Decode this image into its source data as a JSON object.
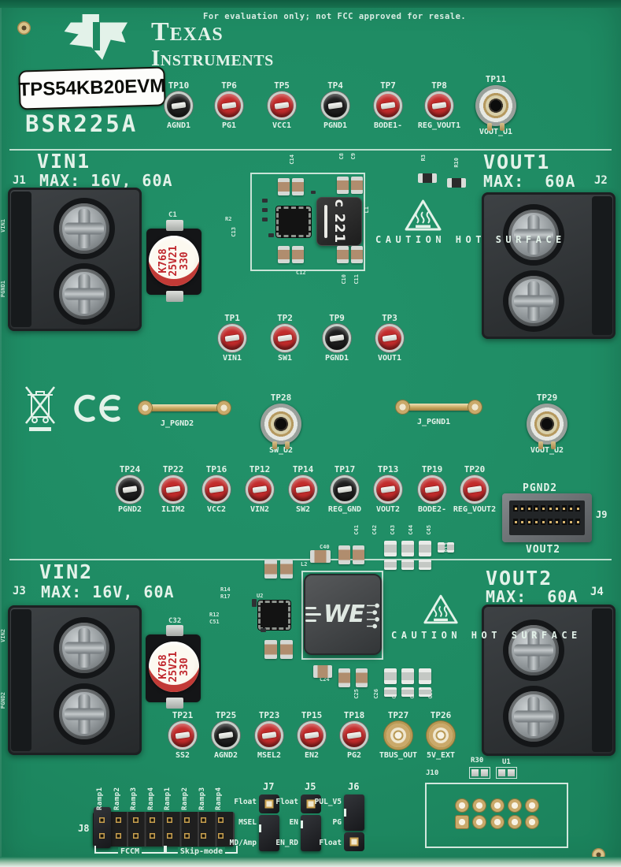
{
  "notice": "For evaluation only; not FCC approved for resale.",
  "brand": {
    "line1": "Texas",
    "line2": "Instruments"
  },
  "board": {
    "model": "TPS54KB20EVM",
    "rev": "BSR225A"
  },
  "sections": {
    "vin1": {
      "title": "VIN1",
      "ref": "J1",
      "spec": "MAX: 16V, 60A"
    },
    "vout1": {
      "title": "VOUT1",
      "ref": "J2",
      "spec": "MAX:  60A"
    },
    "vin2": {
      "title": "VIN2",
      "ref": "J3",
      "spec": "MAX: 16V, 60A"
    },
    "vout2": {
      "title": "VOUT2",
      "ref": "J4",
      "spec": "MAX:  60A"
    }
  },
  "warnings": {
    "hot1": "CAUTION HOT SURFACE",
    "hot2": "CAUTION HOT SURFACE"
  },
  "test_points": {
    "row1": [
      {
        "tp": "TP10",
        "label": "AGND1",
        "color": "black"
      },
      {
        "tp": "TP6",
        "label": "PG1",
        "color": "red"
      },
      {
        "tp": "TP5",
        "label": "VCC1",
        "color": "red"
      },
      {
        "tp": "TP4",
        "label": "PGND1",
        "color": "black"
      },
      {
        "tp": "TP7",
        "label": "BODE1-",
        "color": "red"
      },
      {
        "tp": "TP8",
        "label": "REG_VOUT1",
        "color": "red"
      }
    ],
    "row2": [
      {
        "tp": "TP1",
        "label": "VIN1",
        "color": "red"
      },
      {
        "tp": "TP2",
        "label": "SW1",
        "color": "red"
      },
      {
        "tp": "TP9",
        "label": "PGND1",
        "color": "black"
      },
      {
        "tp": "TP3",
        "label": "VOUT1",
        "color": "red"
      }
    ],
    "row3": [
      {
        "tp": "TP24",
        "label": "PGND2",
        "color": "black"
      },
      {
        "tp": "TP22",
        "label": "ILIM2",
        "color": "red"
      },
      {
        "tp": "TP16",
        "label": "VCC2",
        "color": "red"
      },
      {
        "tp": "TP12",
        "label": "VIN2",
        "color": "red"
      },
      {
        "tp": "TP14",
        "label": "SW2",
        "color": "red"
      },
      {
        "tp": "TP17",
        "label": "REG_GND",
        "color": "black"
      },
      {
        "tp": "TP13",
        "label": "VOUT2",
        "color": "red"
      },
      {
        "tp": "TP19",
        "label": "BODE2-",
        "color": "red"
      },
      {
        "tp": "TP20",
        "label": "REG_VOUT2",
        "color": "red"
      }
    ],
    "row4": [
      {
        "tp": "TP21",
        "label": "SS2",
        "color": "red"
      },
      {
        "tp": "TP25",
        "label": "AGND2",
        "color": "black"
      },
      {
        "tp": "TP23",
        "label": "MSEL2",
        "color": "red"
      },
      {
        "tp": "TP15",
        "label": "EN2",
        "color": "red"
      },
      {
        "tp": "TP18",
        "label": "PG2",
        "color": "red"
      },
      {
        "tp": "TP27",
        "label": "TBUS_OUT",
        "color": "gold"
      },
      {
        "tp": "TP26",
        "label": "5V_EXT",
        "color": "gold"
      }
    ],
    "coax": [
      {
        "tp": "TP11",
        "label": "VOUT_U1"
      },
      {
        "tp": "TP28",
        "label": "SW_U2"
      },
      {
        "tp": "TP29",
        "label": "VOUT_U2"
      }
    ]
  },
  "ground_loops": [
    {
      "label": "J_PGND2"
    },
    {
      "label": "J_PGND1"
    }
  ],
  "connectors": {
    "j9": {
      "ref": "J9",
      "top_label": "PGND2",
      "bottom_label": "VOUT2"
    },
    "j10": {
      "ref": "J10"
    },
    "j8": {
      "ref": "J8",
      "pin_labels": [
        "Ramp1",
        "Ramp2",
        "Ramp3",
        "Ramp4",
        "Ramp1",
        "Ramp2",
        "Ramp3",
        "Ramp4"
      ],
      "group1": "FCCM",
      "group2": "Skip-mode"
    }
  },
  "jumpers": [
    {
      "ref": "J7",
      "options": [
        "Float",
        "MSEL",
        "MD/Amp"
      ]
    },
    {
      "ref": "J5",
      "options": [
        "Float",
        "EN",
        "EN_RD"
      ]
    },
    {
      "ref": "J6",
      "options": [
        "PUL_V5",
        "PG",
        "Float"
      ]
    }
  ],
  "components": {
    "c1_ref": "C1",
    "c32_ref": "C32",
    "cap_lines": [
      "K768",
      "25V21",
      "330"
    ],
    "l1": {
      "marking": "c 221"
    },
    "l2": {
      "marking": "WE"
    },
    "r30": "R30",
    "u1": "U1"
  },
  "ref_designators": {
    "circuit1": [
      "C14",
      "C8",
      "C9",
      "R3",
      "R10",
      "C12",
      "C10",
      "C11",
      "C13",
      "R2",
      "L1"
    ],
    "circuit2": [
      "C40",
      "L2",
      "C41",
      "C42",
      "C43",
      "C44",
      "C45",
      "R13",
      "C24",
      "C25",
      "C26",
      "C27",
      "C28",
      "C29",
      "U2",
      "R12",
      "C51",
      "R14",
      "R17"
    ]
  },
  "edge_labels": [
    "VIN1",
    "PGND1",
    "VIN2",
    "PGND2"
  ],
  "colors": {
    "board_green": "#1e8a62",
    "silkscreen": "#e3f2e9",
    "tp_red": "#c22b2b",
    "tp_black": "#1e1e1e",
    "gold": "#c9a575"
  }
}
